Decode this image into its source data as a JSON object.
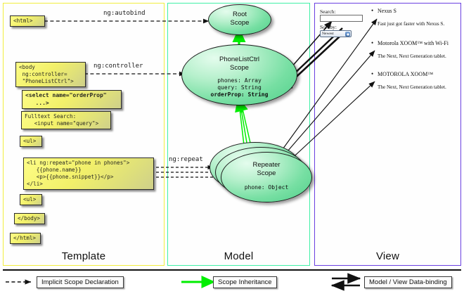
{
  "panels": {
    "template": {
      "label": "Template",
      "border_color": "#f2ee3d"
    },
    "model": {
      "label": "Model",
      "border_color": "#3ff0a6"
    },
    "view": {
      "label": "View",
      "border_color": "#6a3fe0"
    }
  },
  "template_boxes": [
    {
      "id": "html-open",
      "text": "<html>"
    },
    {
      "id": "body-open",
      "text": "<body\n ng:controller=\n \"PhoneListCtrl\">"
    },
    {
      "id": "select",
      "text": "<select name=\"orderProp\"\n   ...>"
    },
    {
      "id": "fulltext",
      "text": "Fulltext Search:\n   <input name=\"query\">"
    },
    {
      "id": "ul-open",
      "text": "<ul>"
    },
    {
      "id": "li-repeat",
      "text": "<li ng:repeat=\"phone in phones\">\n   {{phone.name}}\n   <p>{{phone.snippet}}</p>\n</li>"
    },
    {
      "id": "ul-close",
      "text": "<ul>"
    },
    {
      "id": "body-close",
      "text": "</body>"
    },
    {
      "id": "html-close",
      "text": "</html>"
    }
  ],
  "edge_labels": {
    "autobind": "ng:autobind",
    "controller": "ng:controller",
    "repeat": "ng:repeat"
  },
  "scopes": [
    {
      "id": "root",
      "title_line1": "Root",
      "title_line2": "Scope",
      "props": []
    },
    {
      "id": "ctrl",
      "title_line1": "PhoneListCtrl",
      "title_line2": "Scope",
      "props": [
        {
          "text": "phones: Array",
          "bold": false
        },
        {
          "text": "query: String",
          "bold": false
        },
        {
          "text": "orderProp: String",
          "bold": true
        }
      ]
    },
    {
      "id": "repeater",
      "title_line1": "Repeater",
      "title_line2": "Scope",
      "props": [
        {
          "text": "phone: Object",
          "bold": false
        }
      ]
    }
  ],
  "view": {
    "search_label": "Search:",
    "search_value": "",
    "sort_label": "Sort by:",
    "sort_selected": "Newest",
    "phones": [
      {
        "name": "Nexus S",
        "snippet": "Fast just got faster with Nexus S."
      },
      {
        "name": "Motorola XOOM™  with Wi-Fi",
        "snippet": "The Next, Next Generation tablet."
      },
      {
        "name": "MOTOROLA XOOM™",
        "snippet": "The Next, Next Generation tablet."
      }
    ]
  },
  "legend": [
    {
      "id": "implicit",
      "label": "Implicit Scope Declaration",
      "style": "dashed-arrow",
      "color": "#111111"
    },
    {
      "id": "inheritance",
      "label": "Scope Inheritance",
      "style": "solid-arrow",
      "color": "#00ee00"
    },
    {
      "id": "databinding",
      "label": "Model / View Data-binding",
      "style": "double-arrow",
      "color": "#111111"
    }
  ]
}
